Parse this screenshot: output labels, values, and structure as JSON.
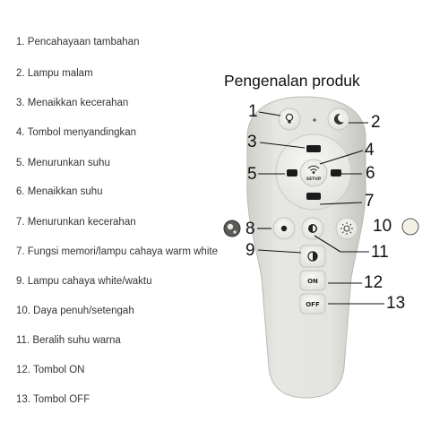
{
  "legend": {
    "items": [
      "1. Pencahayaan tambahan",
      "2. Lampu malam",
      "3. Menaikkan kecerahan",
      "4. Tombol menyandingkan",
      "5. Menurunkan suhu",
      "6. Menaikkan suhu",
      "7. Menurunkan kecerahan",
      "7. Fungsi memori/lampu cahaya warm white",
      "9. Lampu cahaya white/waktu",
      "10. Daya penuh/setengah",
      "11. Beralih suhu warna",
      "12. Tombol ON",
      "13. Tombol OFF"
    ]
  },
  "product": {
    "title": "Pengenalan produk"
  },
  "remote": {
    "setup_label": "SETUP",
    "on_label": "ON",
    "off_label": "OFF"
  },
  "callouts": [
    "1",
    "2",
    "3",
    "4",
    "5",
    "6",
    "7",
    "8",
    "9",
    "10",
    "11",
    "12",
    "13"
  ],
  "colors": {
    "remote_body": "#e4e5e0",
    "remote_shadow": "#c9cac4",
    "button_face": "#f4f4f1",
    "black_key": "#1b1b1b",
    "accent": "#222222"
  },
  "icons": {
    "auxiliary_light": "bulb-icon",
    "night_light": "moon-icon",
    "memory": "dot-icon",
    "color_temp_switch": "half-circle-icon",
    "white_light": "half-moon-icon",
    "full_half_power": "sun-icon"
  }
}
